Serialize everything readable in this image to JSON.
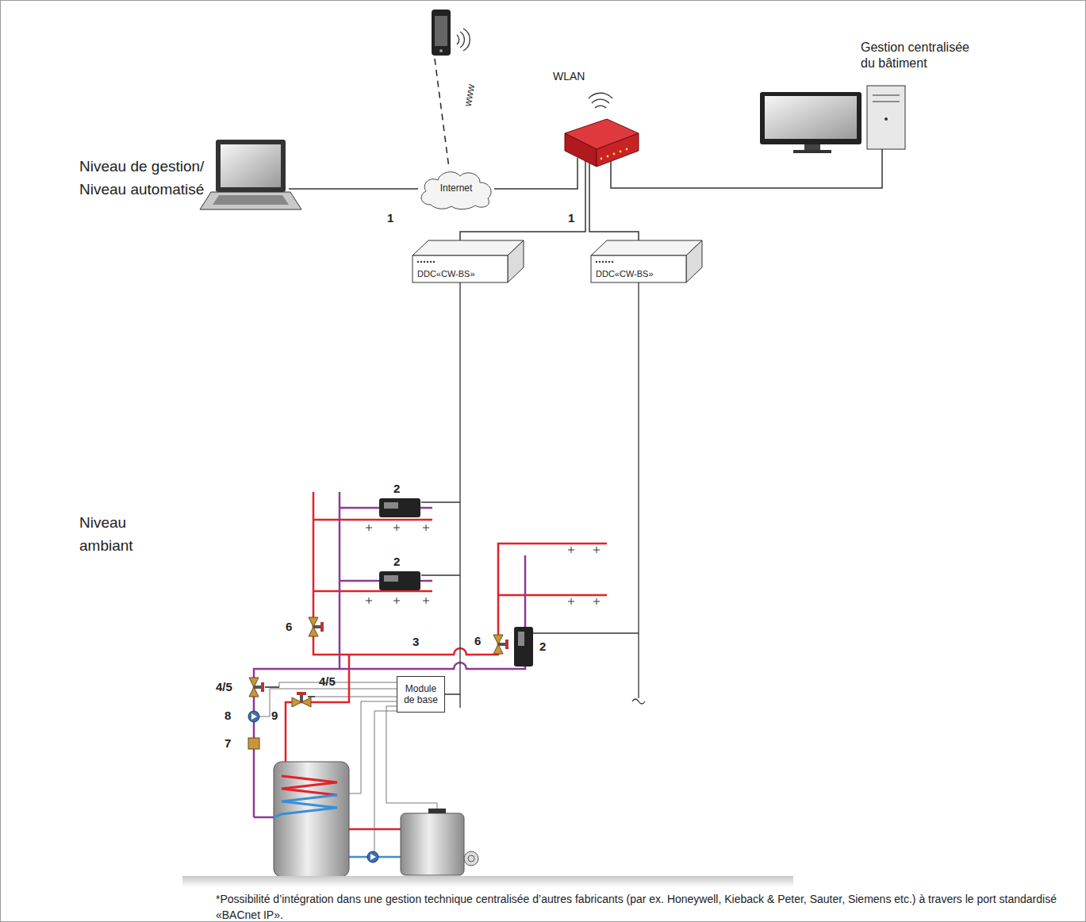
{
  "diagram": {
    "caption": "*Possibilité d’intégration dans une gestion technique centralisée d’autres fabricants (par ex. Honeywell, Kieback & Peter, Sauter, Siemens etc.) à travers le port standardisé «BACnet IP».",
    "nodes": [
      {
        "text": [
          "Internet"
        ]
      },
      {
        "text": [
          "DDC«CW-BS»"
        ]
      },
      {
        "text": [
          "DDC«CW-BS»"
        ]
      },
      {
        "text": [
          "Module de base"
        ]
      }
    ],
    "edges": [
      {
        "from": 1,
        "to": 3,
        "arrow": "none"
      }
    ],
    "labels": [
      "Gestion centralisée du bâtiment",
      "WLAN",
      "www",
      "Niveau de gestion/ Niveau automatisé",
      "1",
      "1",
      "2",
      "2",
      "2",
      "3",
      "4/5",
      "4/5",
      "6",
      "6",
      "7",
      "8",
      "9",
      "Niveau ambiant"
    ]
  }
}
